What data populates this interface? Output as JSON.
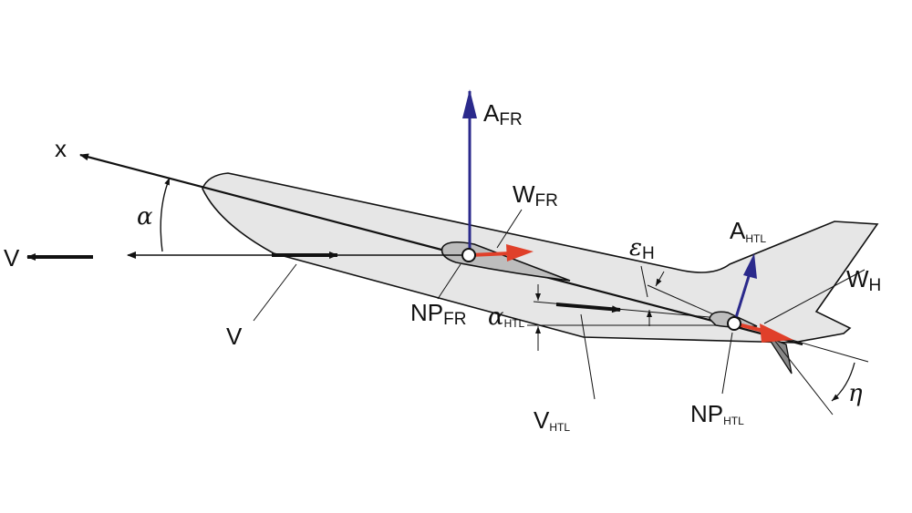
{
  "labels": {
    "x_axis": "x",
    "alpha": "α",
    "v_free": "V",
    "v_lead": "V",
    "a_fr_main": "A",
    "a_fr_sub": "FR",
    "w_fr_main": "W",
    "w_fr_sub": "FR",
    "np_fr_main": "NP",
    "np_fr_sub": "FR",
    "eps_main": "ε",
    "eps_sub": "H",
    "a_htl_main": "A",
    "a_htl_sub": "HTL",
    "w_h_main": "W",
    "w_h_sub": "H",
    "alpha_htl_main": "α",
    "alpha_htl_sub": "HTL",
    "v_htl_main": "V",
    "v_htl_sub": "HTL",
    "np_htl_main": "NP",
    "np_htl_sub": "HTL",
    "eta": "η"
  },
  "colors": {
    "lift": "#2b2a8c",
    "drag": "#e0402a",
    "fuselage": "#e6e6e6",
    "wing": "#bdbdbd"
  }
}
